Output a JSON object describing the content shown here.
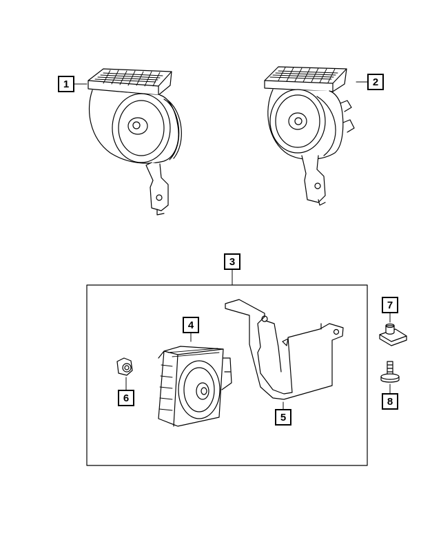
{
  "diagram": {
    "callouts": [
      {
        "label": "1",
        "part": "horn-high-note"
      },
      {
        "label": "2",
        "part": "horn-low-note"
      },
      {
        "label": "3",
        "part": "alarm-siren-assembly"
      },
      {
        "label": "4",
        "part": "alarm-siren"
      },
      {
        "label": "5",
        "part": "siren-bracket"
      },
      {
        "label": "6",
        "part": "nut"
      },
      {
        "label": "7",
        "part": "u-nut"
      },
      {
        "label": "8",
        "part": "bolt"
      }
    ]
  }
}
